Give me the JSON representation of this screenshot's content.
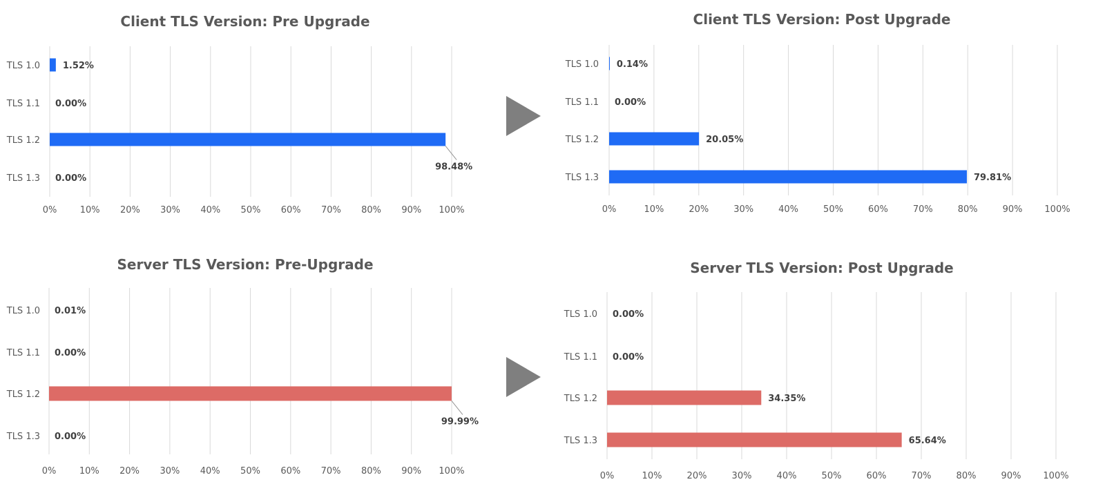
{
  "colors": {
    "client": "#1f6bf5",
    "server": "#dd6b66",
    "grid": "#d9d9d9",
    "axis_text": "#595959",
    "label_text": "#404040",
    "arrow": "#7f7f7f"
  },
  "arrows": [
    "right-arrow-icon",
    "right-arrow-icon"
  ],
  "chart_data": [
    {
      "type": "bar",
      "orientation": "horizontal",
      "title": "Client TLS Version: Pre Upgrade",
      "categories": [
        "TLS 1.0",
        "TLS 1.1",
        "TLS 1.2",
        "TLS 1.3"
      ],
      "values": [
        1.52,
        0.0,
        98.48,
        0.0
      ],
      "data_labels": [
        "1.52%",
        "0.00%",
        "98.48%",
        "0.00%"
      ],
      "xlim": [
        0,
        100
      ],
      "xticks": [
        "0%",
        "10%",
        "20%",
        "30%",
        "40%",
        "50%",
        "60%",
        "70%",
        "80%",
        "90%",
        "100%"
      ],
      "grid": true,
      "color": "client"
    },
    {
      "type": "bar",
      "orientation": "horizontal",
      "title": "Client TLS Version: Post Upgrade",
      "categories": [
        "TLS 1.0",
        "TLS 1.1",
        "TLS 1.2",
        "TLS 1.3"
      ],
      "values": [
        0.14,
        0.0,
        20.05,
        79.81
      ],
      "data_labels": [
        "0.14%",
        "0.00%",
        "20.05%",
        "79.81%"
      ],
      "xlim": [
        0,
        100
      ],
      "xticks": [
        "0%",
        "10%",
        "20%",
        "30%",
        "40%",
        "50%",
        "60%",
        "70%",
        "80%",
        "90%",
        "100%"
      ],
      "grid": true,
      "color": "client"
    },
    {
      "type": "bar",
      "orientation": "horizontal",
      "title": "Server TLS Version: Pre-Upgrade",
      "categories": [
        "TLS 1.0",
        "TLS 1.1",
        "TLS 1.2",
        "TLS 1.3"
      ],
      "values": [
        0.01,
        0.0,
        99.99,
        0.0
      ],
      "data_labels": [
        "0.01%",
        "0.00%",
        "99.99%",
        "0.00%"
      ],
      "xlim": [
        0,
        100
      ],
      "xticks": [
        "0%",
        "10%",
        "20%",
        "30%",
        "40%",
        "50%",
        "60%",
        "70%",
        "80%",
        "90%",
        "100%"
      ],
      "grid": true,
      "color": "server"
    },
    {
      "type": "bar",
      "orientation": "horizontal",
      "title": "Server TLS Version: Post Upgrade",
      "categories": [
        "TLS 1.0",
        "TLS 1.1",
        "TLS 1.2",
        "TLS 1.3"
      ],
      "values": [
        0.0,
        0.0,
        34.35,
        65.64
      ],
      "data_labels": [
        "0.00%",
        "0.00%",
        "34.35%",
        "65.64%"
      ],
      "xlim": [
        0,
        100
      ],
      "xticks": [
        "0%",
        "10%",
        "20%",
        "30%",
        "40%",
        "50%",
        "60%",
        "70%",
        "80%",
        "90%",
        "100%"
      ],
      "grid": true,
      "color": "server"
    }
  ]
}
